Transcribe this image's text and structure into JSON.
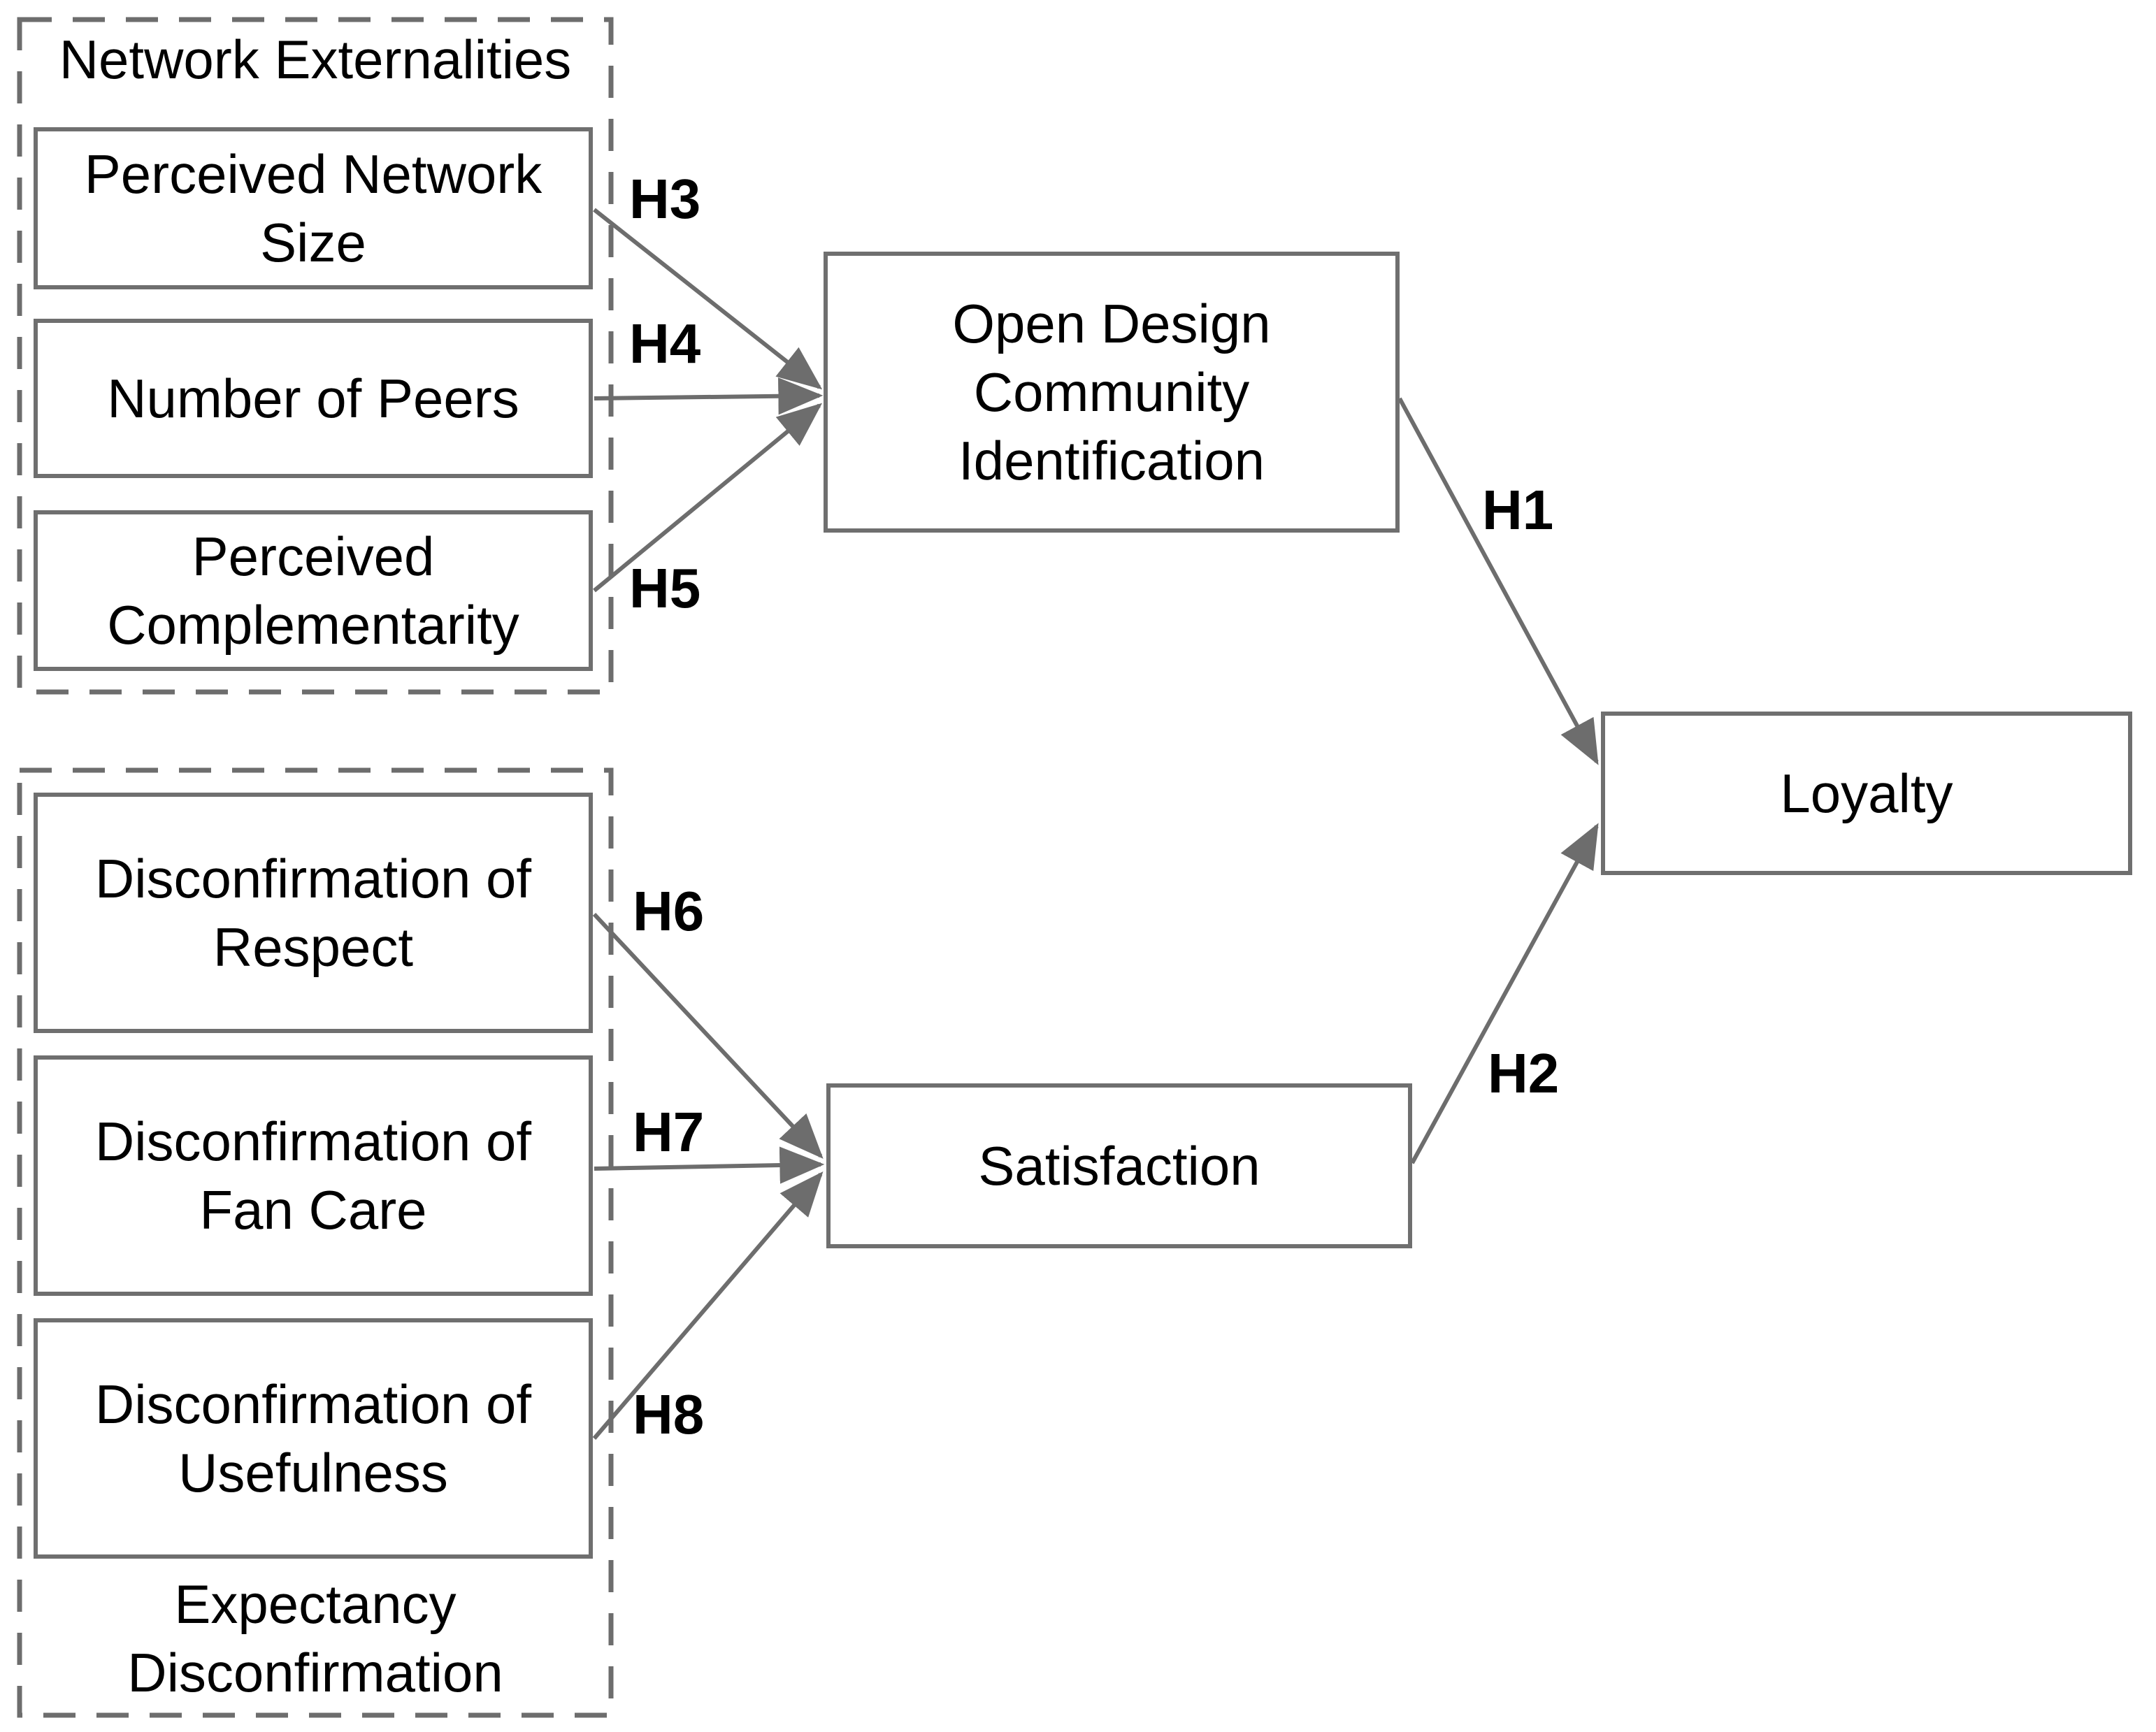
{
  "diagram": {
    "colors": {
      "background": "#ffffff",
      "box_border": "#6f6f6f",
      "connector": "#6d6d6d",
      "text": "#000000"
    },
    "groups": {
      "network_externalities": {
        "label": "Network Externalities",
        "label_position": "top"
      },
      "expectancy_disconfirmation": {
        "label": "Expectancy\nDisconfirmation",
        "label_position": "bottom"
      }
    },
    "nodes": {
      "perceived_network_size": {
        "label": "Perceived Network\nSize",
        "group": "network_externalities"
      },
      "number_of_peers": {
        "label": "Number of Peers",
        "group": "network_externalities"
      },
      "perceived_complementarity": {
        "label": "Perceived\nComplementarity",
        "group": "network_externalities"
      },
      "disconfirmation_of_respect": {
        "label": "Disconfirmation of\nRespect",
        "group": "expectancy_disconfirmation"
      },
      "disconfirmation_of_fan_care": {
        "label": "Disconfirmation of\nFan Care",
        "group": "expectancy_disconfirmation"
      },
      "disconfirmation_of_usefulness": {
        "label": "Disconfirmation of\nUsefulness",
        "group": "expectancy_disconfirmation"
      },
      "open_design_community_identification": {
        "label": "Open Design\nCommunity\nIdentification",
        "group": null
      },
      "satisfaction": {
        "label": "Satisfaction",
        "group": null
      },
      "loyalty": {
        "label": "Loyalty",
        "group": null
      }
    },
    "edges": [
      {
        "label": "H1",
        "from": "open_design_community_identification",
        "to": "loyalty"
      },
      {
        "label": "H2",
        "from": "satisfaction",
        "to": "loyalty"
      },
      {
        "label": "H3",
        "from": "perceived_network_size",
        "to": "open_design_community_identification"
      },
      {
        "label": "H4",
        "from": "number_of_peers",
        "to": "open_design_community_identification"
      },
      {
        "label": "H5",
        "from": "perceived_complementarity",
        "to": "open_design_community_identification"
      },
      {
        "label": "H6",
        "from": "disconfirmation_of_respect",
        "to": "satisfaction"
      },
      {
        "label": "H7",
        "from": "disconfirmation_of_fan_care",
        "to": "satisfaction"
      },
      {
        "label": "H8",
        "from": "disconfirmation_of_usefulness",
        "to": "satisfaction"
      }
    ]
  }
}
